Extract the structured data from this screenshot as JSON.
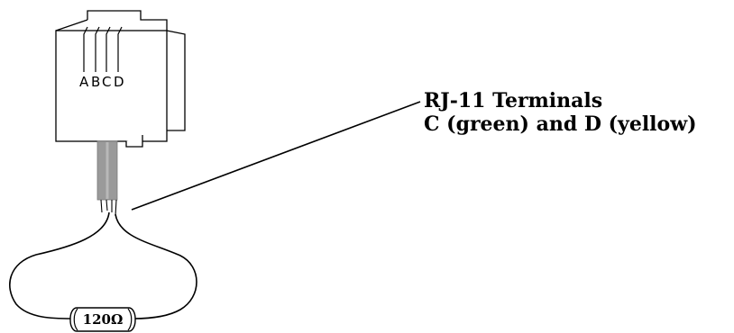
{
  "connector": {
    "pin_letters": [
      "A",
      "B",
      "C",
      "D"
    ]
  },
  "resistor": {
    "label": "120Ω"
  },
  "callout": {
    "line1": "RJ-11 Terminals",
    "line2": "C (green) and D (yellow)"
  }
}
